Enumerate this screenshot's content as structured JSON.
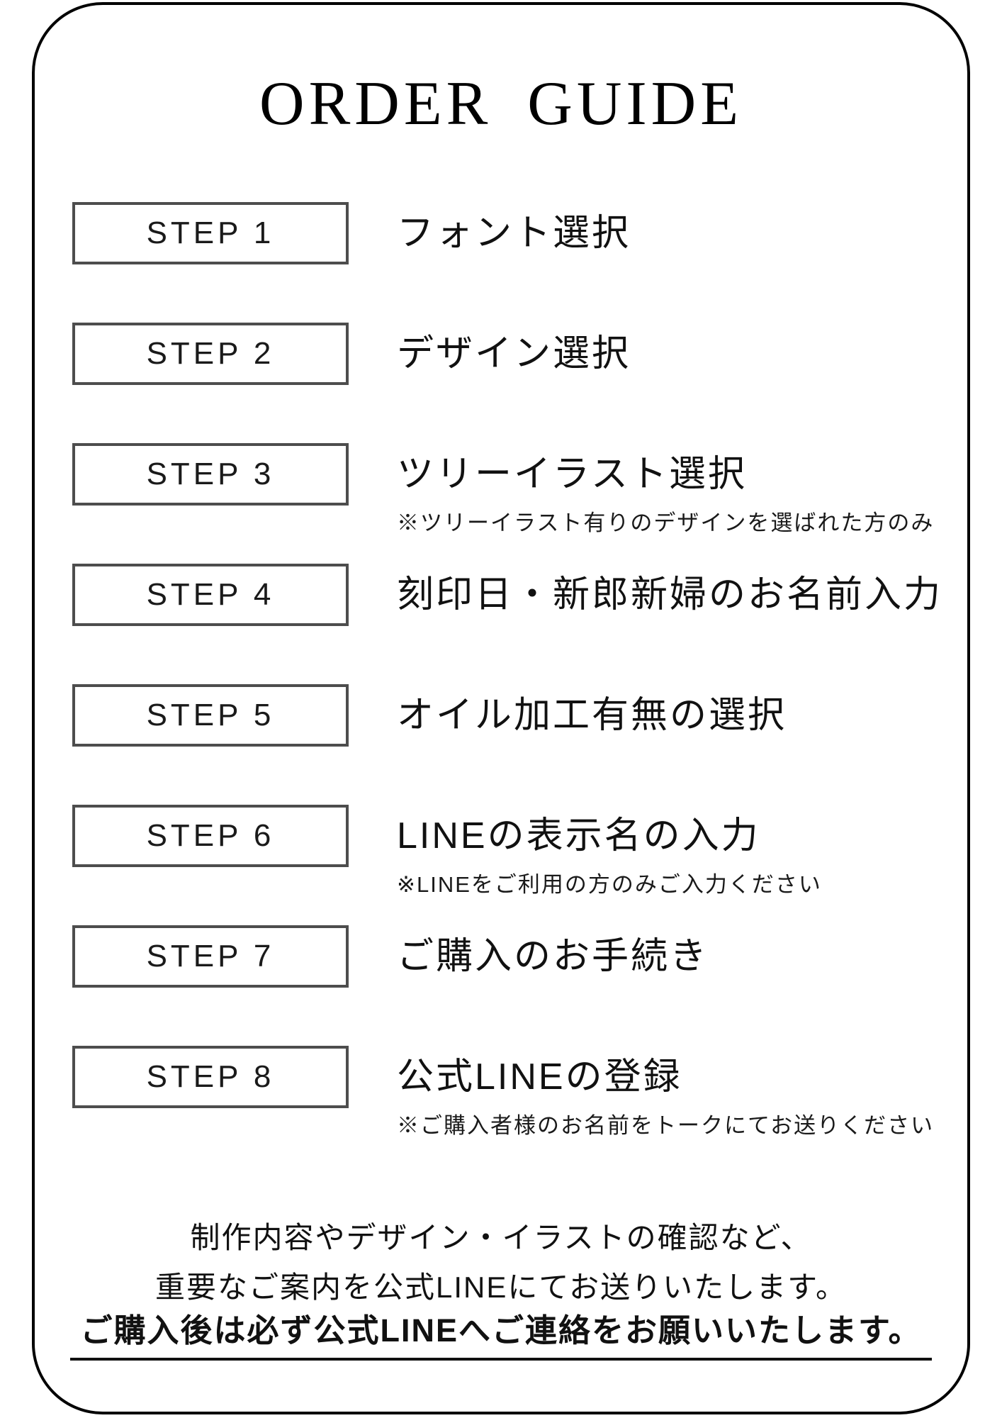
{
  "page": {
    "title": "ORDER GUIDE"
  },
  "steps": [
    {
      "label": "STEP 1",
      "description": "フォント選択",
      "note": ""
    },
    {
      "label": "STEP 2",
      "description": "デザイン選択",
      "note": ""
    },
    {
      "label": "STEP 3",
      "description": "ツリーイラスト選択",
      "note": "※ツリーイラスト有りのデザインを選ばれた方のみ"
    },
    {
      "label": "STEP 4",
      "description": "刻印日・新郎新婦のお名前入力",
      "note": ""
    },
    {
      "label": "STEP 5",
      "description": "オイル加工有無の選択",
      "note": ""
    },
    {
      "label": "STEP 6",
      "description": "LINEの表示名の入力",
      "note": "※LINEをご利用の方のみご入力ください"
    },
    {
      "label": "STEP 7",
      "description": "ご購入のお手続き",
      "note": ""
    },
    {
      "label": "STEP 8",
      "description": "公式LINEの登録",
      "note": "※ご購入者様のお名前をトークにてお送りください"
    }
  ],
  "footer": {
    "line1": "制作内容やデザイン・イラストの確認など、",
    "line2": "重要なご案内を公式LINEにてお送りいたします。",
    "line3": "ご購入後は必ず公式LINEへご連絡をお願いいたします。"
  },
  "colors": {
    "outer_border": "#000000",
    "step_box_border": "#4d4d4d",
    "text": "#111111"
  }
}
